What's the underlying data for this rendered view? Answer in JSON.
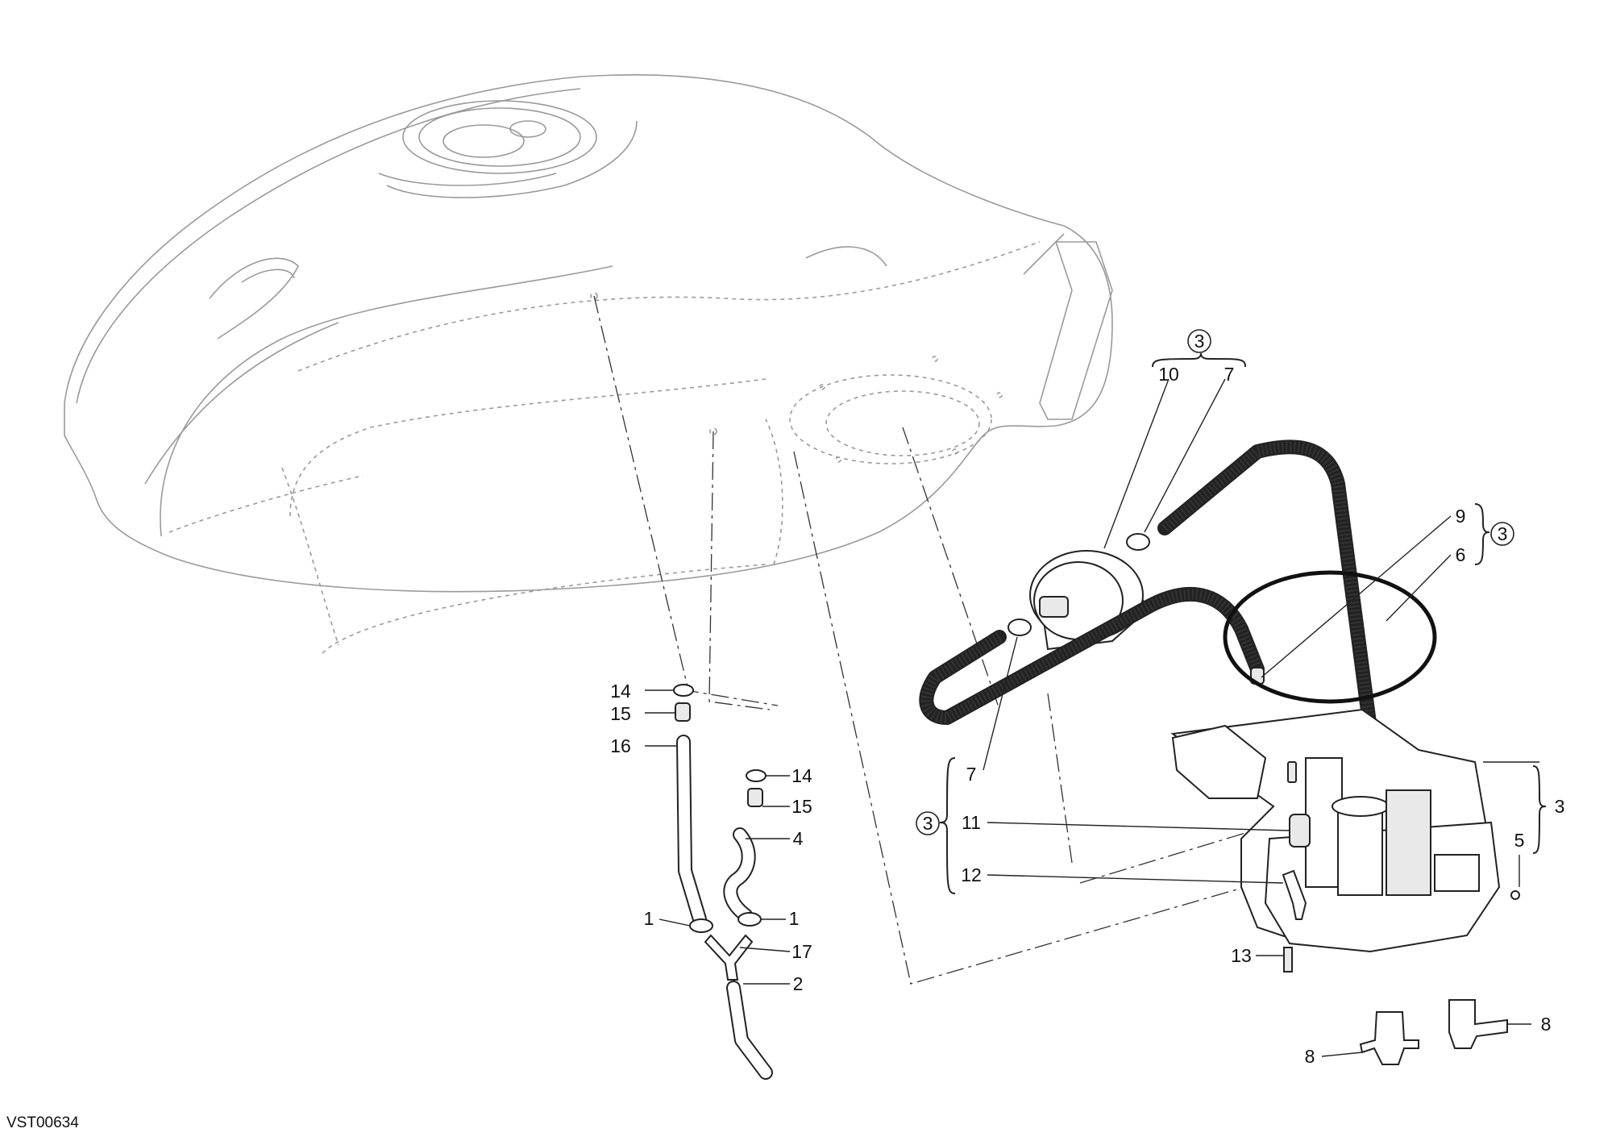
{
  "diagram": {
    "code": "VST00634",
    "labels": [
      {
        "id": "ring-3-top",
        "text": "3"
      },
      {
        "id": "10",
        "text": "10"
      },
      {
        "id": "7-top",
        "text": "7"
      },
      {
        "id": "9",
        "text": "9"
      },
      {
        "id": "6",
        "text": "6"
      },
      {
        "id": "ring-3-right",
        "text": "3"
      },
      {
        "id": "14-left",
        "text": "14"
      },
      {
        "id": "15-left",
        "text": "15"
      },
      {
        "id": "16",
        "text": "16"
      },
      {
        "id": "14-right",
        "text": "14"
      },
      {
        "id": "15-right",
        "text": "15"
      },
      {
        "id": "4",
        "text": "4"
      },
      {
        "id": "1-left",
        "text": "1"
      },
      {
        "id": "1-right",
        "text": "1"
      },
      {
        "id": "17",
        "text": "17"
      },
      {
        "id": "2",
        "text": "2"
      },
      {
        "id": "7-left",
        "text": "7"
      },
      {
        "id": "ring-3-left",
        "text": "3"
      },
      {
        "id": "11",
        "text": "11"
      },
      {
        "id": "12",
        "text": "12"
      },
      {
        "id": "3-right",
        "text": "3"
      },
      {
        "id": "5",
        "text": "5"
      },
      {
        "id": "13",
        "text": "13"
      },
      {
        "id": "8-right",
        "text": "8"
      },
      {
        "id": "8-left",
        "text": "8"
      }
    ]
  }
}
